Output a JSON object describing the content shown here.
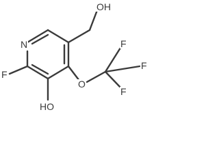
{
  "structure": {
    "labels": {
      "ring_nitrogen": "N",
      "hydroxymethyl": "OH",
      "ring_fluorine": "F",
      "ring_hydroxyl": "HO",
      "ether_oxygen": "O",
      "cf3_f_top": "F",
      "cf3_f_right": "F",
      "cf3_f_bottom": "F"
    },
    "colors": {
      "bond": "#3a3a3a",
      "text": "#3a3a3a",
      "background": "#ffffff"
    }
  }
}
